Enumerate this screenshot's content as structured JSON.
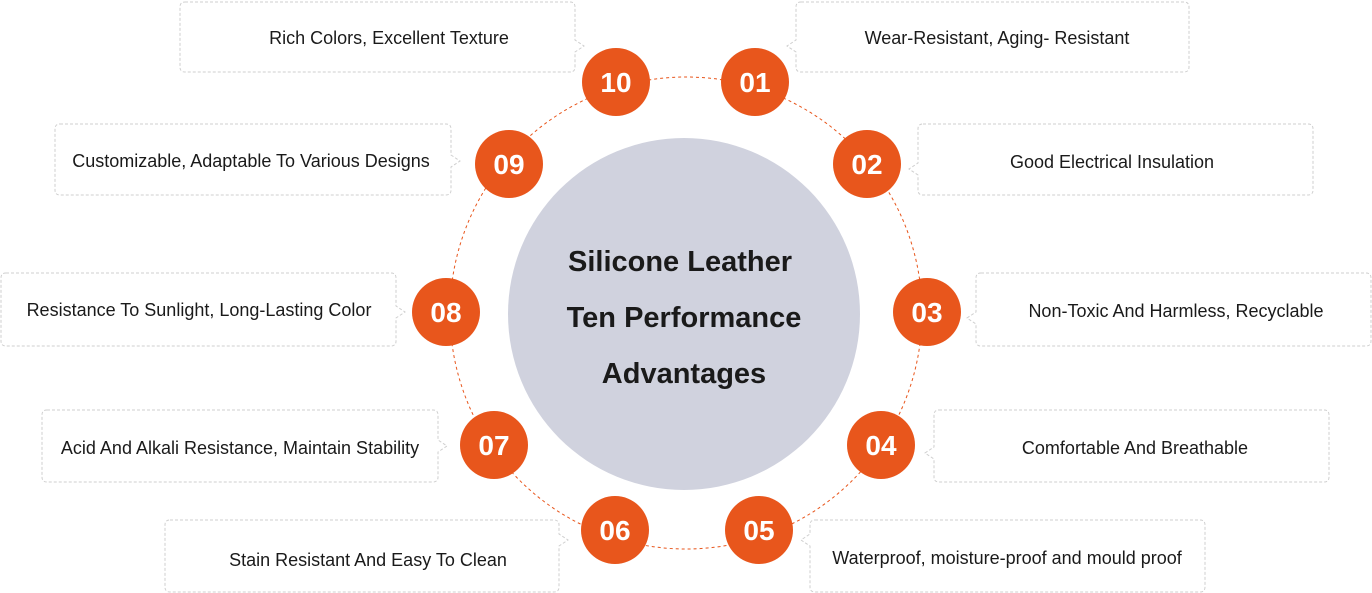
{
  "center": {
    "lines": [
      "Silicone Leather",
      "Ten Performance",
      "Advantages"
    ],
    "color": "#d0d2de"
  },
  "colors": {
    "accent": "#e8561c",
    "ring": "#e8561c",
    "box_border": "#cfcfcf",
    "text": "#1a1a1a"
  },
  "advantages": [
    {
      "number": "01",
      "text": "Wear-Resistant, Aging- Resistant"
    },
    {
      "number": "02",
      "text": "Good Electrical Insulation"
    },
    {
      "number": "03",
      "text": "Non-Toxic And Harmless, Recyclable"
    },
    {
      "number": "04",
      "text": "Comfortable And Breathable"
    },
    {
      "number": "05",
      "text": "Waterproof, moisture-proof and mould proof"
    },
    {
      "number": "06",
      "text": "Stain Resistant And Easy To Clean"
    },
    {
      "number": "07",
      "text": "Acid And Alkali Resistance, Maintain Stability"
    },
    {
      "number": "08",
      "text": "Resistance To Sunlight, Long-Lasting Color"
    },
    {
      "number": "09",
      "text": "Customizable, Adaptable To Various Designs"
    },
    {
      "number": "10",
      "text": "Rich Colors, Excellent Texture"
    }
  ]
}
